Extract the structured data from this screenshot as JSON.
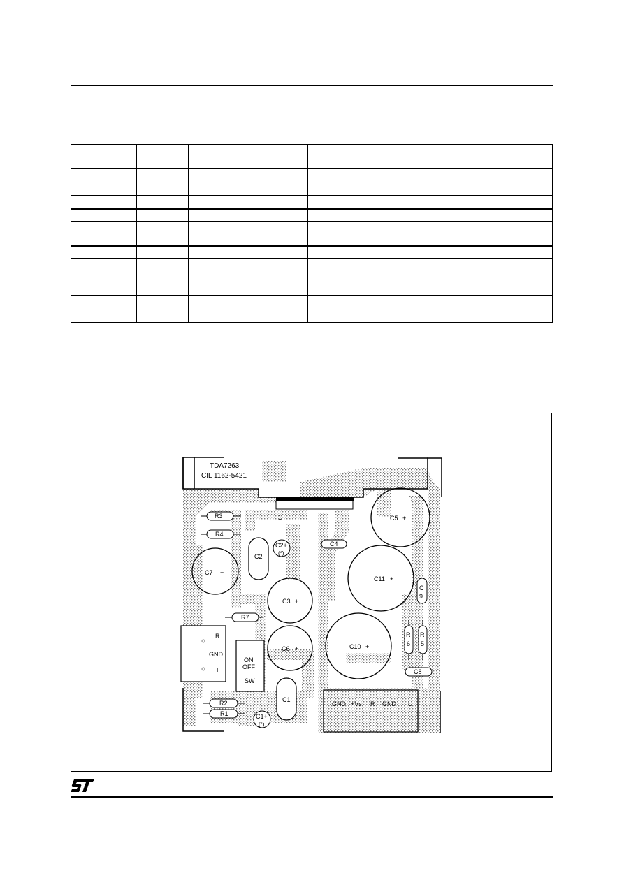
{
  "page": {
    "header_rule": true,
    "footer_logo": "ST"
  },
  "table": {
    "columns": 5,
    "rows": [
      [
        "",
        "",
        "",
        "",
        ""
      ],
      [
        "",
        "",
        "",
        "",
        ""
      ],
      [
        "",
        "",
        "",
        "",
        ""
      ],
      [
        "",
        "",
        "",
        "",
        ""
      ],
      [
        "",
        "",
        "",
        "",
        ""
      ],
      [
        "",
        "",
        "",
        "",
        ""
      ],
      [
        "",
        "",
        "",
        "",
        ""
      ],
      [
        "",
        "",
        "",
        "",
        ""
      ],
      [
        "",
        "",
        "",
        "",
        ""
      ],
      [
        "",
        "",
        "",
        "",
        ""
      ],
      [
        "",
        "",
        "",
        "",
        ""
      ]
    ]
  },
  "pcb": {
    "title_line1": "TDA7263",
    "title_line2": "CIL  1162-5421",
    "pin1_label": "1",
    "components": {
      "R3": "R3",
      "R4": "R4",
      "R7": "R7",
      "R2": "R2",
      "R1": "R1",
      "C2": "C2",
      "C2p": "C2+",
      "C2star": "(*)",
      "C7": "C7",
      "C7plus": "+",
      "C3": "C3",
      "C3plus": "+",
      "C6": "C6",
      "C6plus": "+",
      "C1": "C1",
      "C1p": "C1+",
      "C1star": "(*)",
      "C4": "C4",
      "C5": "C5",
      "C5plus": "+",
      "C11": "C11",
      "C11plus": "+",
      "C10": "C10",
      "C10plus": "+",
      "C9a": "C",
      "C9b": "9",
      "R6a": "R",
      "R6b": "6",
      "R5a": "R",
      "R5b": "5",
      "C8": "C8"
    },
    "input_connector": {
      "r": "R",
      "gnd": "GND",
      "l": "L"
    },
    "switch": {
      "on": "ON",
      "off": "OFF",
      "sw": "SW"
    },
    "output_connector": {
      "gnd1": "GND",
      "vs": "+Vs",
      "r": "R",
      "gnd2": "GND",
      "l": "L"
    }
  }
}
